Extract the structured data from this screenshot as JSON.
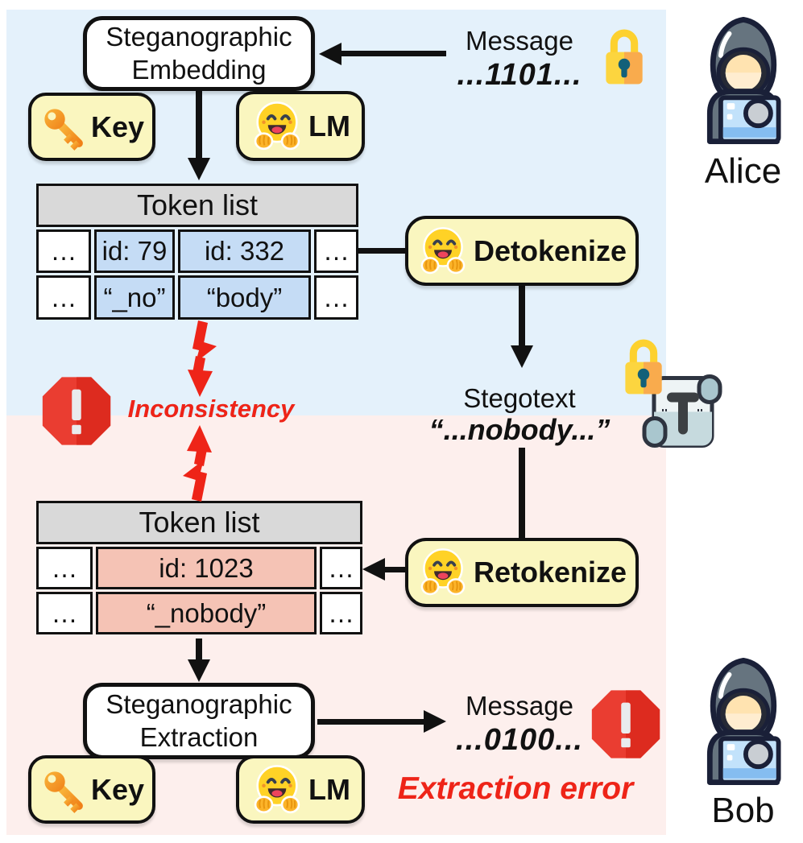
{
  "panels": {
    "sender_bg": "#e4f1fb",
    "receiver_bg": "#fdefed"
  },
  "colors": {
    "accent_red": "#ee2418",
    "token_highlight_blue": "#c5dcf5",
    "token_highlight_pink": "#f5c3b5",
    "box_yellow": "#faf6bf"
  },
  "nodes": {
    "embedding": {
      "line1": "Steganographic",
      "line2": "Embedding"
    },
    "extraction": {
      "line1": "Steganographic",
      "line2": "Extraction"
    },
    "key_label": "Key",
    "lm_label": "LM",
    "detokenize": "Detokenize",
    "retokenize": "Retokenize"
  },
  "messages": {
    "top": {
      "label": "Message",
      "bits": "...1101..."
    },
    "bottom": {
      "label": "Message",
      "bits": "...0100..."
    }
  },
  "stegotext": {
    "label": "Stegotext",
    "text": "“...nobody...”"
  },
  "tables": {
    "top": {
      "title": "Token list",
      "rows": [
        [
          "…",
          "id: 79",
          "id: 332",
          "…"
        ],
        [
          "…",
          "“_no”",
          "“body”",
          "…"
        ]
      ]
    },
    "bottom": {
      "title": "Token list",
      "rows": [
        [
          "…",
          "id: 1023",
          "…"
        ],
        [
          "…",
          "“_nobody”",
          "…"
        ]
      ]
    }
  },
  "annotations": {
    "inconsistency": "Inconsistency",
    "extraction_error": "Extraction error"
  },
  "actors": {
    "sender": "Alice",
    "receiver": "Bob"
  }
}
